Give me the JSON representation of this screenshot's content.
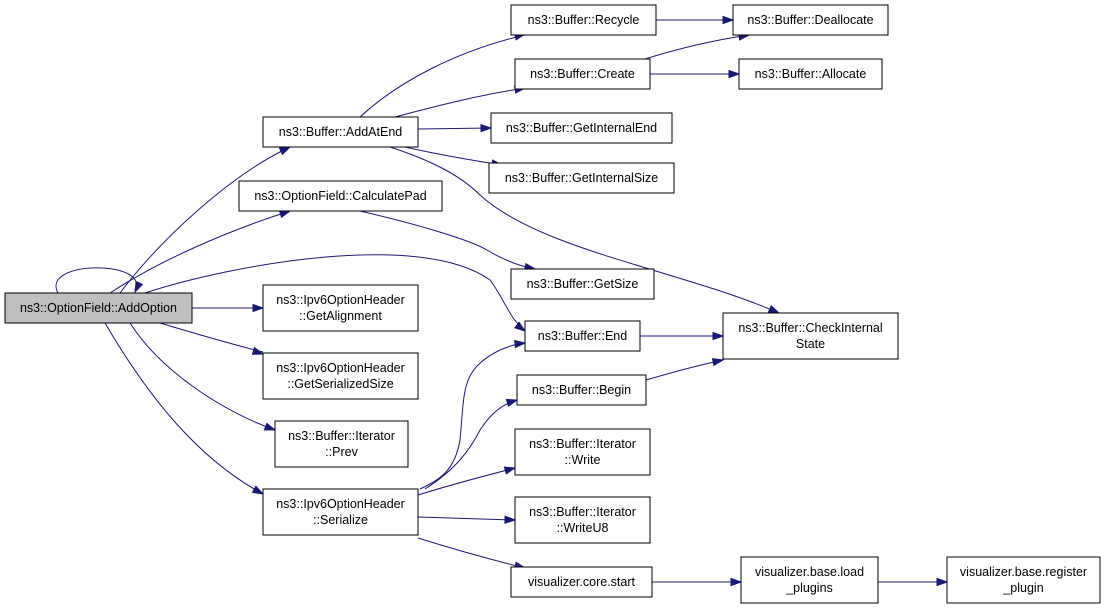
{
  "diagram": {
    "nodes": [
      {
        "id": "add_option",
        "lines": [
          "ns3::OptionField::AddOption"
        ],
        "root": true
      },
      {
        "id": "add_at_end",
        "lines": [
          "ns3::Buffer::AddAtEnd"
        ]
      },
      {
        "id": "calculate_pad",
        "lines": [
          "ns3::OptionField::CalculatePad"
        ]
      },
      {
        "id": "get_alignment",
        "lines": [
          "ns3::Ipv6OptionHeader",
          "::GetAlignment"
        ]
      },
      {
        "id": "get_serialized_size",
        "lines": [
          "ns3::Ipv6OptionHeader",
          "::GetSerializedSize"
        ]
      },
      {
        "id": "iterator_prev",
        "lines": [
          "ns3::Buffer::Iterator",
          "::Prev"
        ]
      },
      {
        "id": "serialize",
        "lines": [
          "ns3::Ipv6OptionHeader",
          "::Serialize"
        ]
      },
      {
        "id": "recycle",
        "lines": [
          "ns3::Buffer::Recycle"
        ]
      },
      {
        "id": "create",
        "lines": [
          "ns3::Buffer::Create"
        ]
      },
      {
        "id": "get_internal_end",
        "lines": [
          "ns3::Buffer::GetInternalEnd"
        ]
      },
      {
        "id": "get_internal_size",
        "lines": [
          "ns3::Buffer::GetInternalSize"
        ]
      },
      {
        "id": "get_size",
        "lines": [
          "ns3::Buffer::GetSize"
        ]
      },
      {
        "id": "end",
        "lines": [
          "ns3::Buffer::End"
        ]
      },
      {
        "id": "begin",
        "lines": [
          "ns3::Buffer::Begin"
        ]
      },
      {
        "id": "iterator_write",
        "lines": [
          "ns3::Buffer::Iterator",
          "::Write"
        ]
      },
      {
        "id": "iterator_write_u8",
        "lines": [
          "ns3::Buffer::Iterator",
          "::WriteU8"
        ]
      },
      {
        "id": "core_start",
        "lines": [
          "visualizer.core.start"
        ]
      },
      {
        "id": "deallocate",
        "lines": [
          "ns3::Buffer::Deallocate"
        ]
      },
      {
        "id": "allocate",
        "lines": [
          "ns3::Buffer::Allocate"
        ]
      },
      {
        "id": "check_internal_state",
        "lines": [
          "ns3::Buffer::CheckInternal",
          "State"
        ]
      },
      {
        "id": "load_plugins",
        "lines": [
          "visualizer.base.load",
          "_plugins"
        ]
      },
      {
        "id": "register_plugin",
        "lines": [
          "visualizer.base.register",
          "_plugin"
        ]
      }
    ],
    "edges": [
      {
        "from": "add_option",
        "to": "add_option"
      },
      {
        "from": "add_option",
        "to": "add_at_end"
      },
      {
        "from": "add_option",
        "to": "calculate_pad"
      },
      {
        "from": "add_option",
        "to": "end"
      },
      {
        "from": "add_option",
        "to": "get_alignment"
      },
      {
        "from": "add_option",
        "to": "get_serialized_size"
      },
      {
        "from": "add_option",
        "to": "iterator_prev"
      },
      {
        "from": "add_option",
        "to": "serialize"
      },
      {
        "from": "add_at_end",
        "to": "recycle"
      },
      {
        "from": "add_at_end",
        "to": "create"
      },
      {
        "from": "add_at_end",
        "to": "get_internal_end"
      },
      {
        "from": "add_at_end",
        "to": "get_internal_size"
      },
      {
        "from": "add_at_end",
        "to": "check_internal_state"
      },
      {
        "from": "calculate_pad",
        "to": "get_size"
      },
      {
        "from": "serialize",
        "to": "end"
      },
      {
        "from": "serialize",
        "to": "begin"
      },
      {
        "from": "serialize",
        "to": "iterator_write"
      },
      {
        "from": "serialize",
        "to": "iterator_write_u8"
      },
      {
        "from": "serialize",
        "to": "core_start"
      },
      {
        "from": "recycle",
        "to": "deallocate"
      },
      {
        "from": "create",
        "to": "deallocate"
      },
      {
        "from": "create",
        "to": "allocate"
      },
      {
        "from": "end",
        "to": "check_internal_state"
      },
      {
        "from": "begin",
        "to": "check_internal_state"
      },
      {
        "from": "core_start",
        "to": "load_plugins"
      },
      {
        "from": "load_plugins",
        "to": "register_plugin"
      }
    ]
  }
}
